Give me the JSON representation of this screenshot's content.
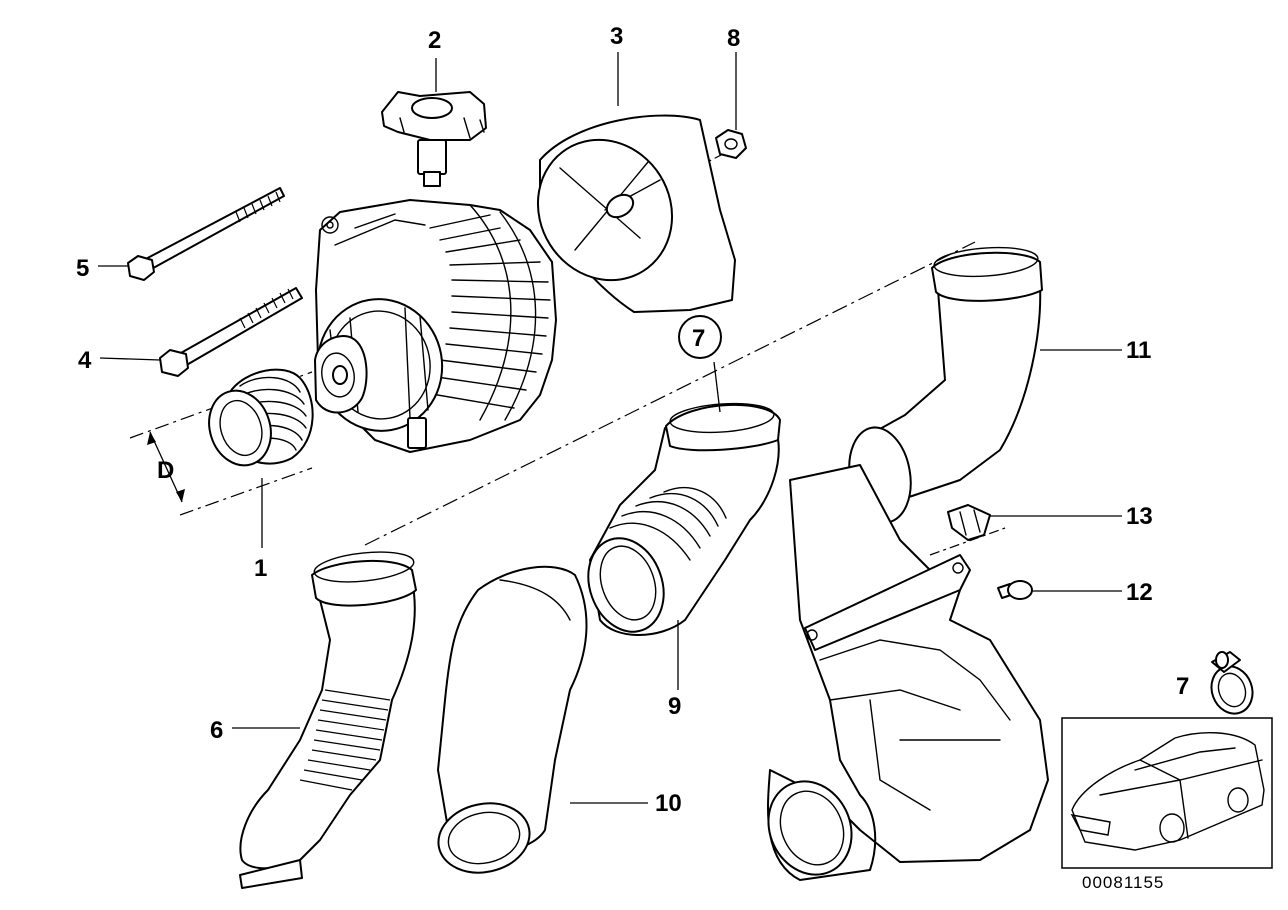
{
  "diagram": {
    "callouts": {
      "c1": "1",
      "c2": "2",
      "c3": "3",
      "c4": "4",
      "c5": "5",
      "c6": "6",
      "c7_circled": "7",
      "c7_clamp": "7",
      "c8": "8",
      "c9": "9",
      "c10": "10",
      "c11": "11",
      "c12": "12",
      "c13": "13",
      "dimension_d": "D"
    },
    "catalog_number": "00081155"
  }
}
